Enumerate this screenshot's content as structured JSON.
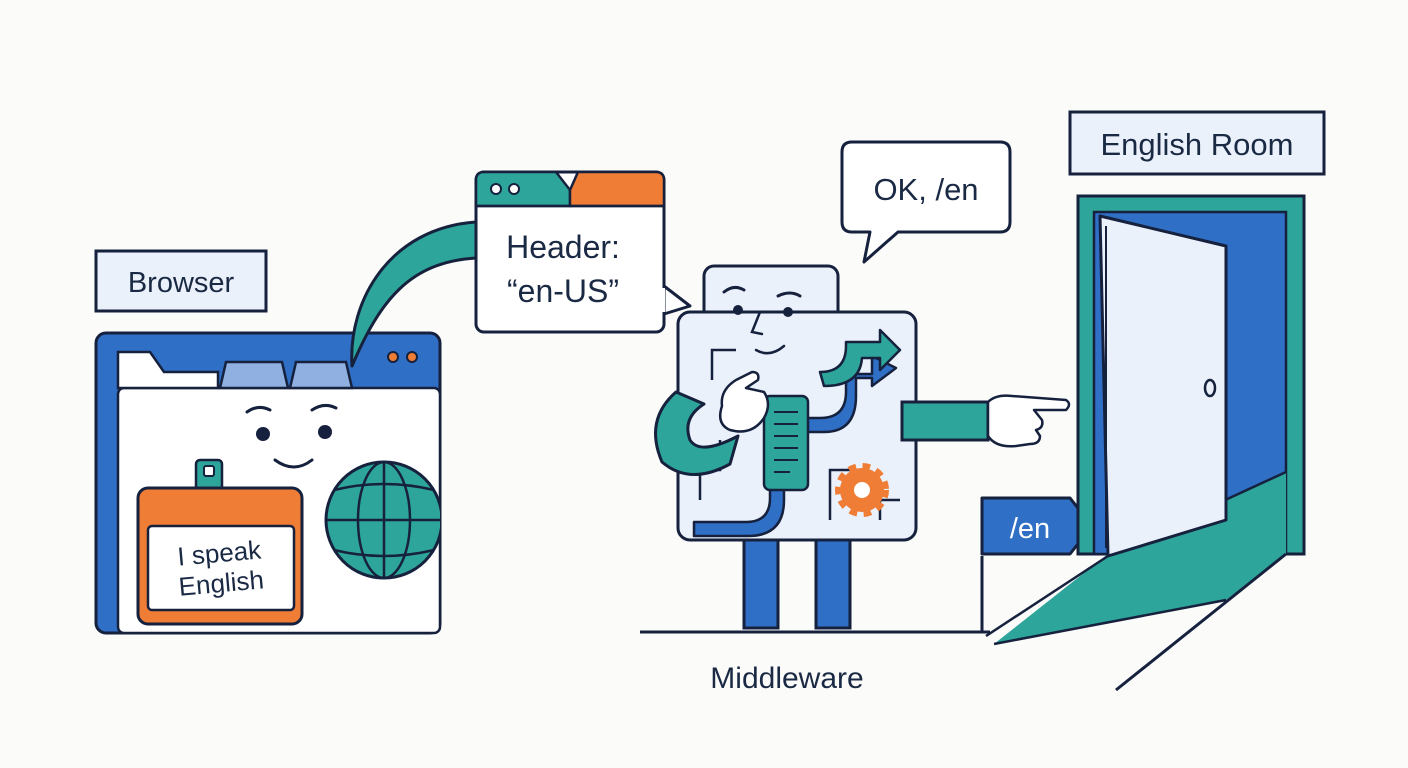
{
  "labels": {
    "browser": "Browser",
    "badge_line1": "I speak",
    "badge_line2": "English",
    "header_line1": "Header:",
    "header_line2": "“en-US”",
    "ok_bubble": "OK, /en",
    "english_room": "English Room",
    "en_sign": "/en",
    "middleware": "Middleware"
  },
  "colors": {
    "outline": "#16213e",
    "blue": "#2f6fc6",
    "light_blue": "#e8f0fb",
    "pale_blue": "#8fb0e0",
    "teal": "#2ea59a",
    "orange": "#ef7d36",
    "white": "#ffffff"
  }
}
